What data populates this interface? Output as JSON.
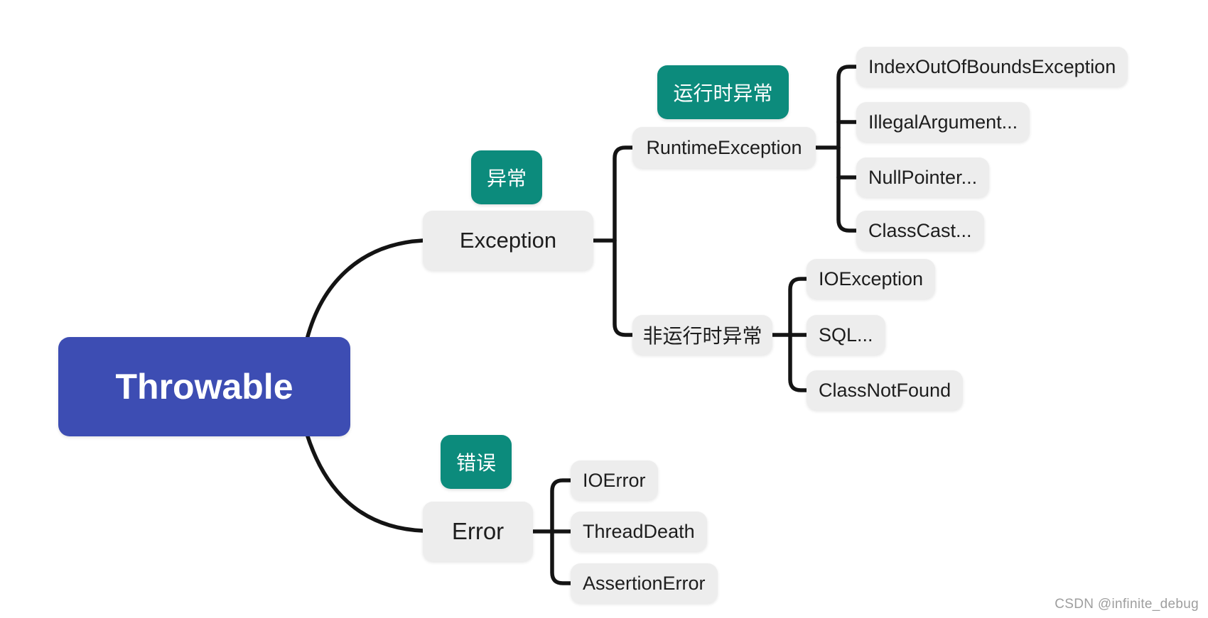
{
  "diagram": {
    "root": {
      "label": "Throwable"
    },
    "branches": [
      {
        "badge": "异常",
        "label": "Exception",
        "groups": [
          {
            "badge": "运行时异常",
            "label": "RuntimeException",
            "children": [
              "IndexOutOfBoundsException",
              "IllegalArgument...",
              "NullPointer...",
              "ClassCast..."
            ]
          },
          {
            "label": "非运行时异常",
            "children": [
              "IOException",
              "SQL...",
              "ClassNotFound"
            ]
          }
        ]
      },
      {
        "badge": "错误",
        "label": "Error",
        "children": [
          "IOError",
          "ThreadDeath",
          "AssertionError"
        ]
      }
    ]
  },
  "watermark": "CSDN @infinite_debug",
  "colors": {
    "root_bg": "#3d4db3",
    "badge_bg": "#0c8b7c",
    "node_bg": "#ededed",
    "node_text": "#1d1d1d",
    "connector": "#141414",
    "watermark_text": "#9e9e9e",
    "background": "#ffffff"
  }
}
